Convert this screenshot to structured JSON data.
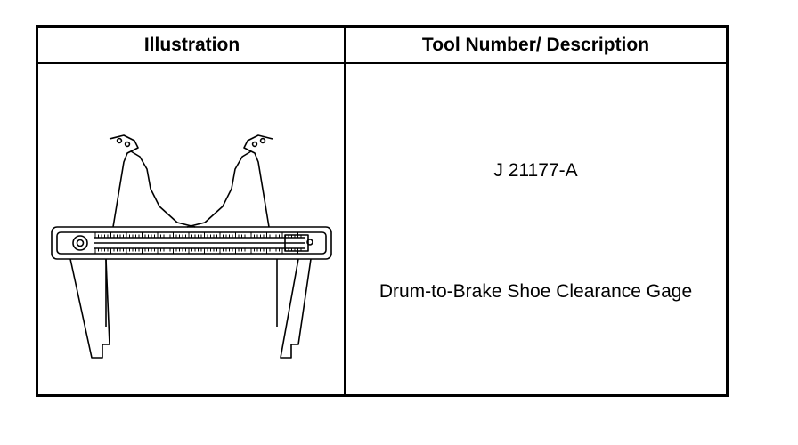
{
  "table": {
    "headers": {
      "illustration": "Illustration",
      "tool_number_description": "Tool Number/ Description"
    },
    "rows": [
      {
        "illustration_icon": "brake-shoe-clearance-gage-icon",
        "tool_number": "J 21177-A",
        "description": "Drum-to-Brake Shoe Clearance Gage"
      }
    ]
  }
}
